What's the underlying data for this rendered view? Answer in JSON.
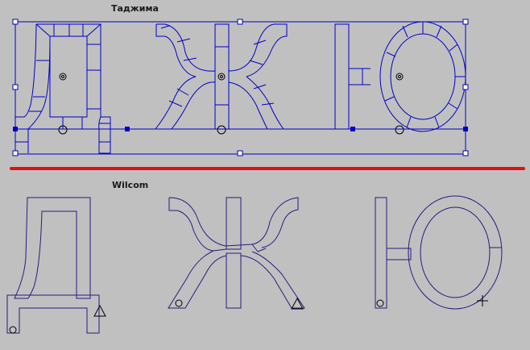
{
  "top_label": "Таджима",
  "bottom_label": "Wilcom",
  "colors": {
    "background": "#c0c0c0",
    "tajima_outline": "#0000c8",
    "wilcom_outline": "#2a1a80",
    "divider": "#e01010"
  },
  "letters": [
    "Д",
    "Ж",
    "Ю"
  ]
}
